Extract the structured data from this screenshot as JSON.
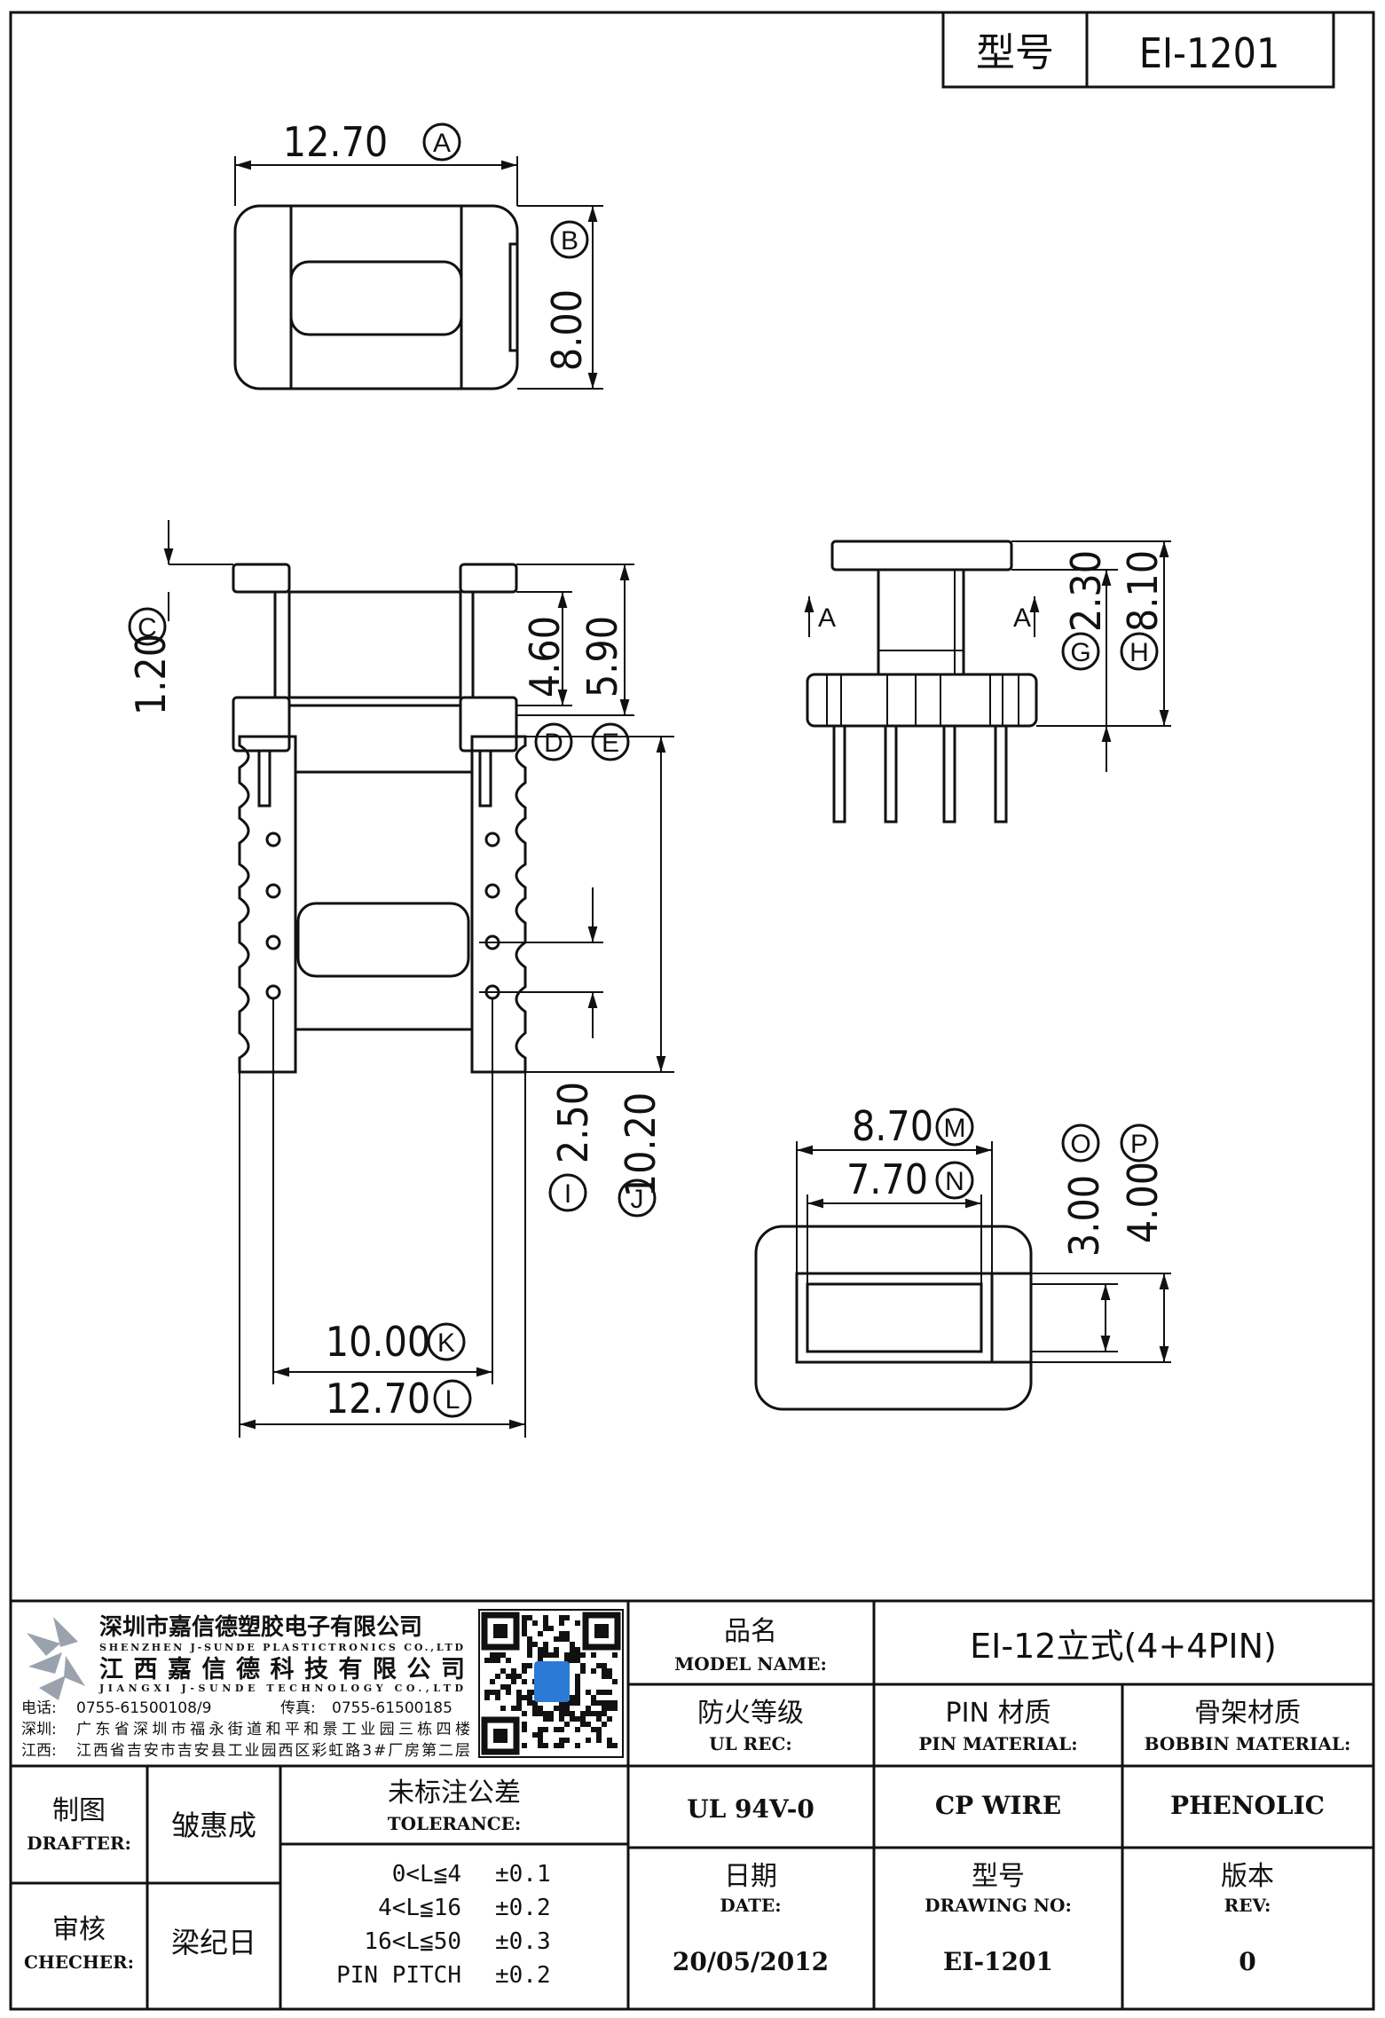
{
  "header": {
    "label": "型号",
    "value": "EI-1201"
  },
  "dims": {
    "top_width": "12.70",
    "top_width_tag": "A",
    "top_height": "8.00",
    "top_height_tag": "B",
    "side_flange": "1.20",
    "side_flange_tag": "C",
    "side_inner": "4.60",
    "side_inner_tag": "D",
    "side_outer": "5.90",
    "side_outer_tag": "E",
    "front_top": "2.30",
    "front_top_tag": "G",
    "front_total": "8.10",
    "front_total_tag": "H",
    "section_mark": "A",
    "bot_pitch": "2.50",
    "bot_pitch_tag": "I",
    "bot_height": "10.20",
    "bot_height_tag": "J",
    "bot_inner_w": "10.00",
    "bot_inner_w_tag": "K",
    "bot_outer_w": "12.70",
    "bot_outer_w_tag": "L",
    "win_outer_w": "8.70",
    "win_outer_w_tag": "M",
    "win_inner_w": "7.70",
    "win_inner_w_tag": "N",
    "win_inner_h": "3.00",
    "win_inner_h_tag": "O",
    "win_outer_h": "4.00",
    "win_outer_h_tag": "P"
  },
  "company": {
    "name_sz": "深圳市嘉信德塑胶电子有限公司",
    "name_sz_en": "SHENZHEN J-SUNDE PLASTICTRONICS CO.,LTD",
    "name_jx": "江西嘉信德科技有限公司",
    "name_jx_en": "JIANGXI J-SUNDE TECHNOLOGY CO.,LTD",
    "phone_label": "电话:",
    "phone": "0755-61500108/9",
    "fax_label": "传真:",
    "fax": "0755-61500185",
    "addr_sz_label": "深圳:",
    "addr_sz": "广东省深圳市福永街道和平和景工业园三栋四楼",
    "addr_jx_label": "江西:",
    "addr_jx": "江西省吉安市吉安县工业园西区彩虹路3#厂房第二层"
  },
  "title_block": {
    "model_name_cn": "品名",
    "model_name_en": "MODEL NAME:",
    "model_name_value": "EI-12立式(4+4PIN)",
    "ul_cn": "防火等级",
    "ul_en": "UL REC:",
    "ul_value": "UL 94V-0",
    "pin_cn": "PIN 材质",
    "pin_en": "PIN MATERIAL:",
    "pin_value": "CP WIRE",
    "bobbin_cn": "骨架材质",
    "bobbin_en": "BOBBIN MATERIAL:",
    "bobbin_value": "PHENOLIC",
    "drafter_cn": "制图",
    "drafter_en": "DRAFTER:",
    "drafter_value": "皱惠成",
    "checker_cn": "审核",
    "checker_en": "CHECHER:",
    "checker_value": "梁纪日",
    "tol_cn": "未标注公差",
    "tol_en": "TOLERANCE:",
    "tolerances": [
      {
        "range": "0<L≦4",
        "value": "±0.1"
      },
      {
        "range": "4<L≦16",
        "value": "±0.2"
      },
      {
        "range": "16<L≦50",
        "value": "±0.3"
      },
      {
        "range": "PIN PITCH",
        "value": "±0.2"
      }
    ],
    "date_cn": "日期",
    "date_en": "DATE:",
    "date_value": "20/05/2012",
    "dwg_cn": "型号",
    "dwg_en": "DRAWING NO:",
    "dwg_value": "EI-1201",
    "rev_cn": "版本",
    "rev_en": "REV:",
    "rev_value": "0"
  },
  "colors": {
    "line": "#111111",
    "qr_accent": "#2b7bd6",
    "logo": "#9aa3ad"
  }
}
